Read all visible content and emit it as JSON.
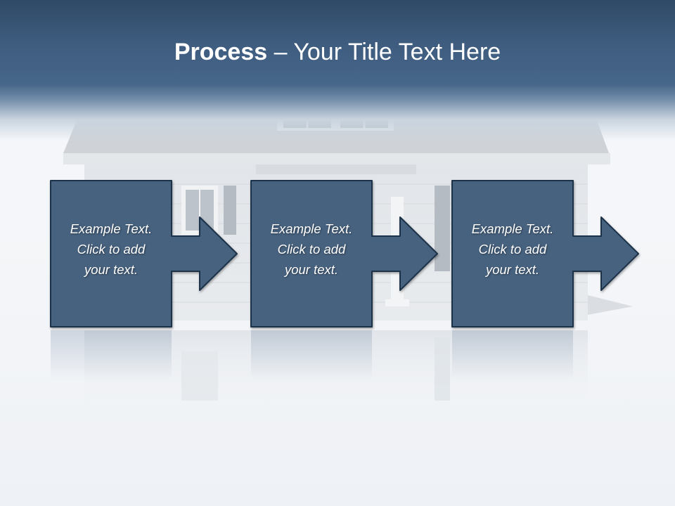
{
  "title": {
    "bold": "Process",
    "rest": " – Your Title Text Here"
  },
  "steps": [
    {
      "text": "Example Text.\nClick  to add\nyour text."
    },
    {
      "text": "Example Text.\nClick  to add\nyour text."
    },
    {
      "text": "Example Text.\nClick  to add\nyour text."
    }
  ],
  "colors": {
    "header": "#3e5c7e",
    "box_fill": "#46627f",
    "box_border": "#1e3148",
    "text": "#ffffff"
  },
  "icons": {
    "background": "house-image",
    "connector": "arrow-right-icon"
  }
}
